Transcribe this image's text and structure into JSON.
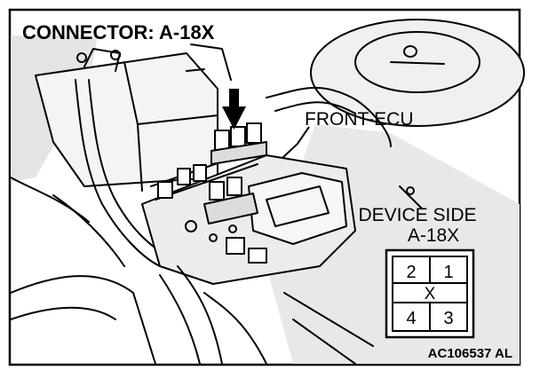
{
  "connector_title": "CONNECTOR: A-18X",
  "front_ecu_label": "FRONT-ECU",
  "device_side": {
    "line1": "DEVICE SIDE",
    "line2": "A-18X"
  },
  "pin_diagram": {
    "pins": [
      "2",
      "1",
      "4",
      "3"
    ],
    "key_mark": "X"
  },
  "figure_code": "AC106537 AL",
  "colors": {
    "ink": "#000000",
    "paper": "#ffffff",
    "shade": "#d9d9d9"
  }
}
